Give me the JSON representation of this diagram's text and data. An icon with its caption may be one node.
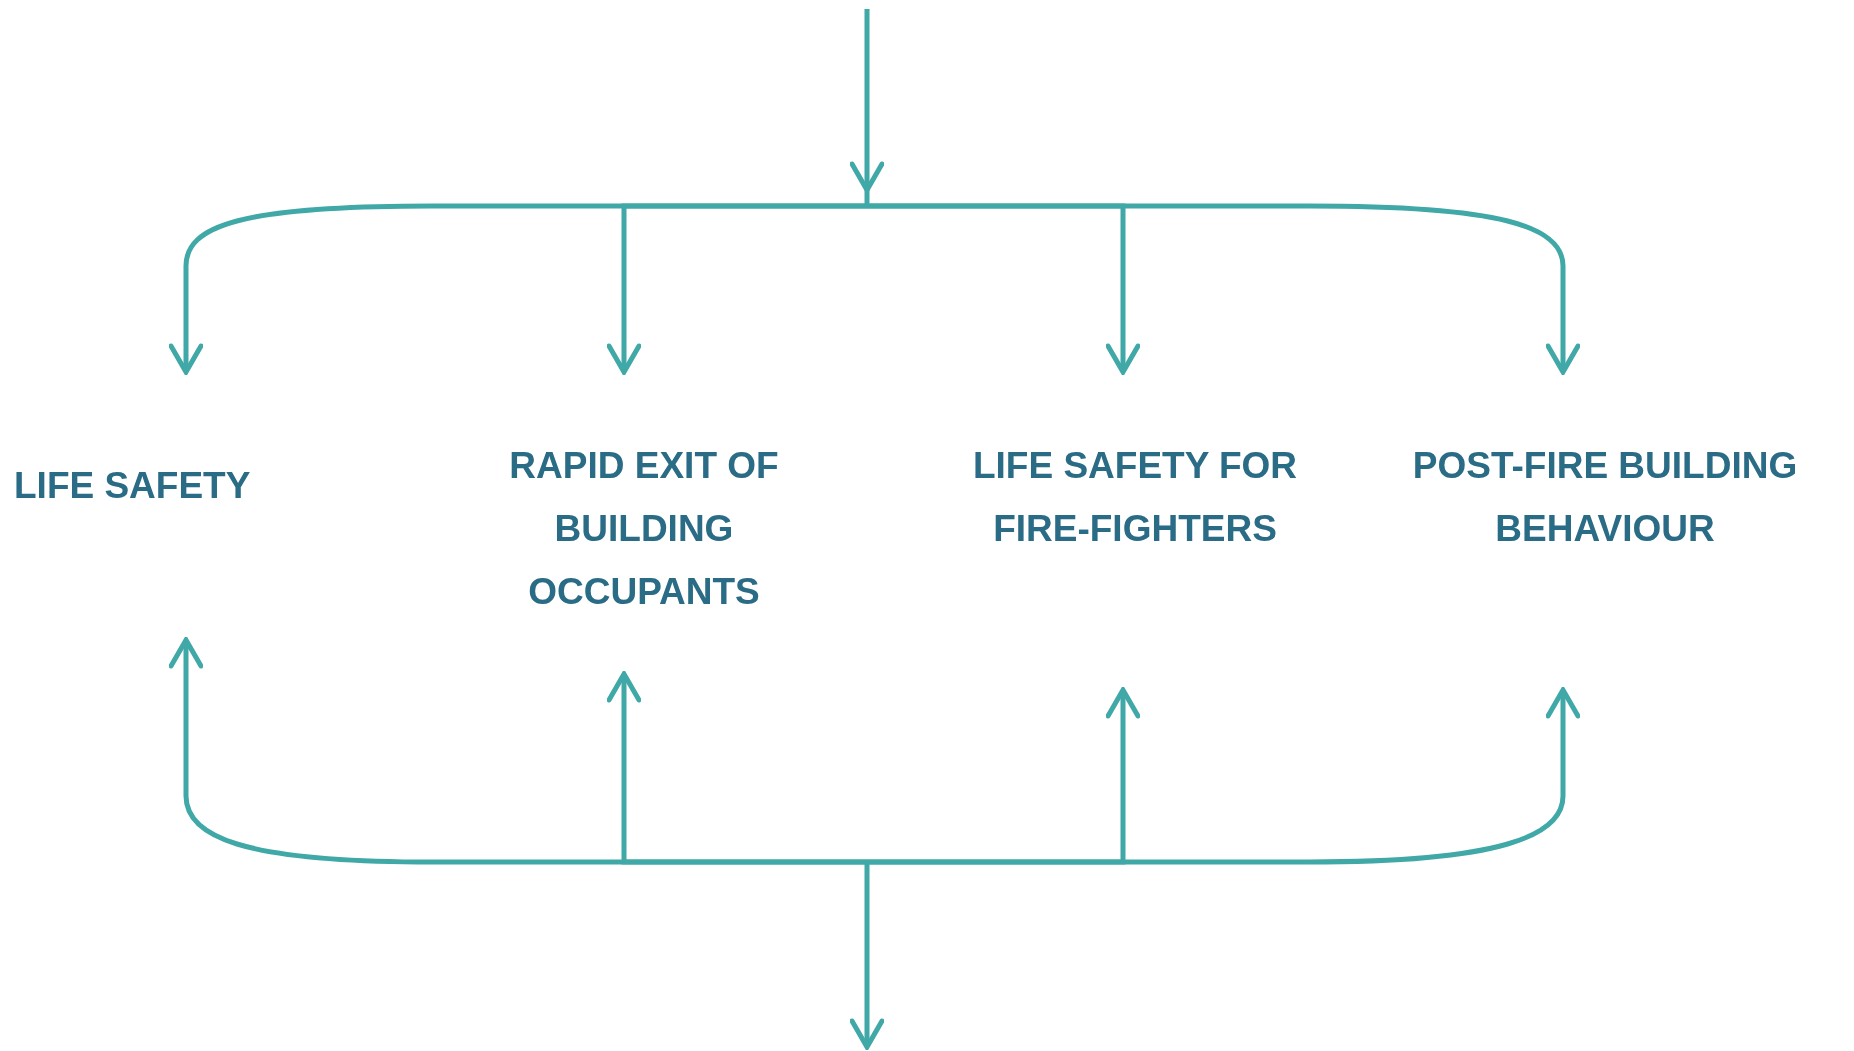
{
  "diagram": {
    "nodes": [
      {
        "text": [
          "LIFE SAFETY"
        ]
      },
      {
        "text": [
          "RAPID EXIT OF BUILDING OCCUPANTS"
        ]
      },
      {
        "text": [
          "LIFE SAFETY FOR FIRE-FIGHTERS"
        ]
      },
      {
        "text": [
          "POST-FIRE BUILDING BEHAVIOUR"
        ]
      }
    ],
    "edges": [
      {
        "from": null,
        "to": 0,
        "arrow": "to"
      },
      {
        "from": null,
        "to": 1,
        "arrow": "to"
      },
      {
        "from": null,
        "to": 2,
        "arrow": "to"
      },
      {
        "from": null,
        "to": 3,
        "arrow": "to"
      },
      {
        "from": 0,
        "to": null,
        "arrow": "both"
      },
      {
        "from": 1,
        "to": null,
        "arrow": "both"
      },
      {
        "from": 2,
        "to": null,
        "arrow": "both"
      },
      {
        "from": 3,
        "to": null,
        "arrow": "both"
      }
    ]
  }
}
